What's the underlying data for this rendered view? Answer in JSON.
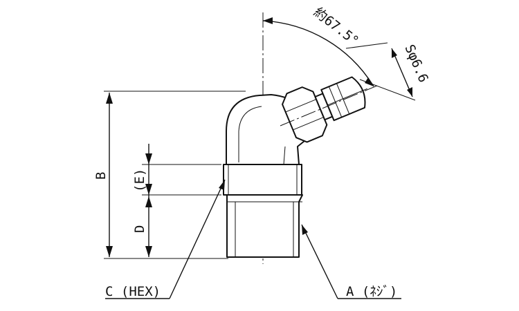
{
  "drawing": {
    "angle_label": "約67.5°",
    "sphere_label": "Sφ6.6",
    "dim_B": "B",
    "dim_E": "(E)",
    "dim_D": "D",
    "callout_C": "C (HEX)",
    "callout_A": "A (ﾈｼﾞ)"
  }
}
